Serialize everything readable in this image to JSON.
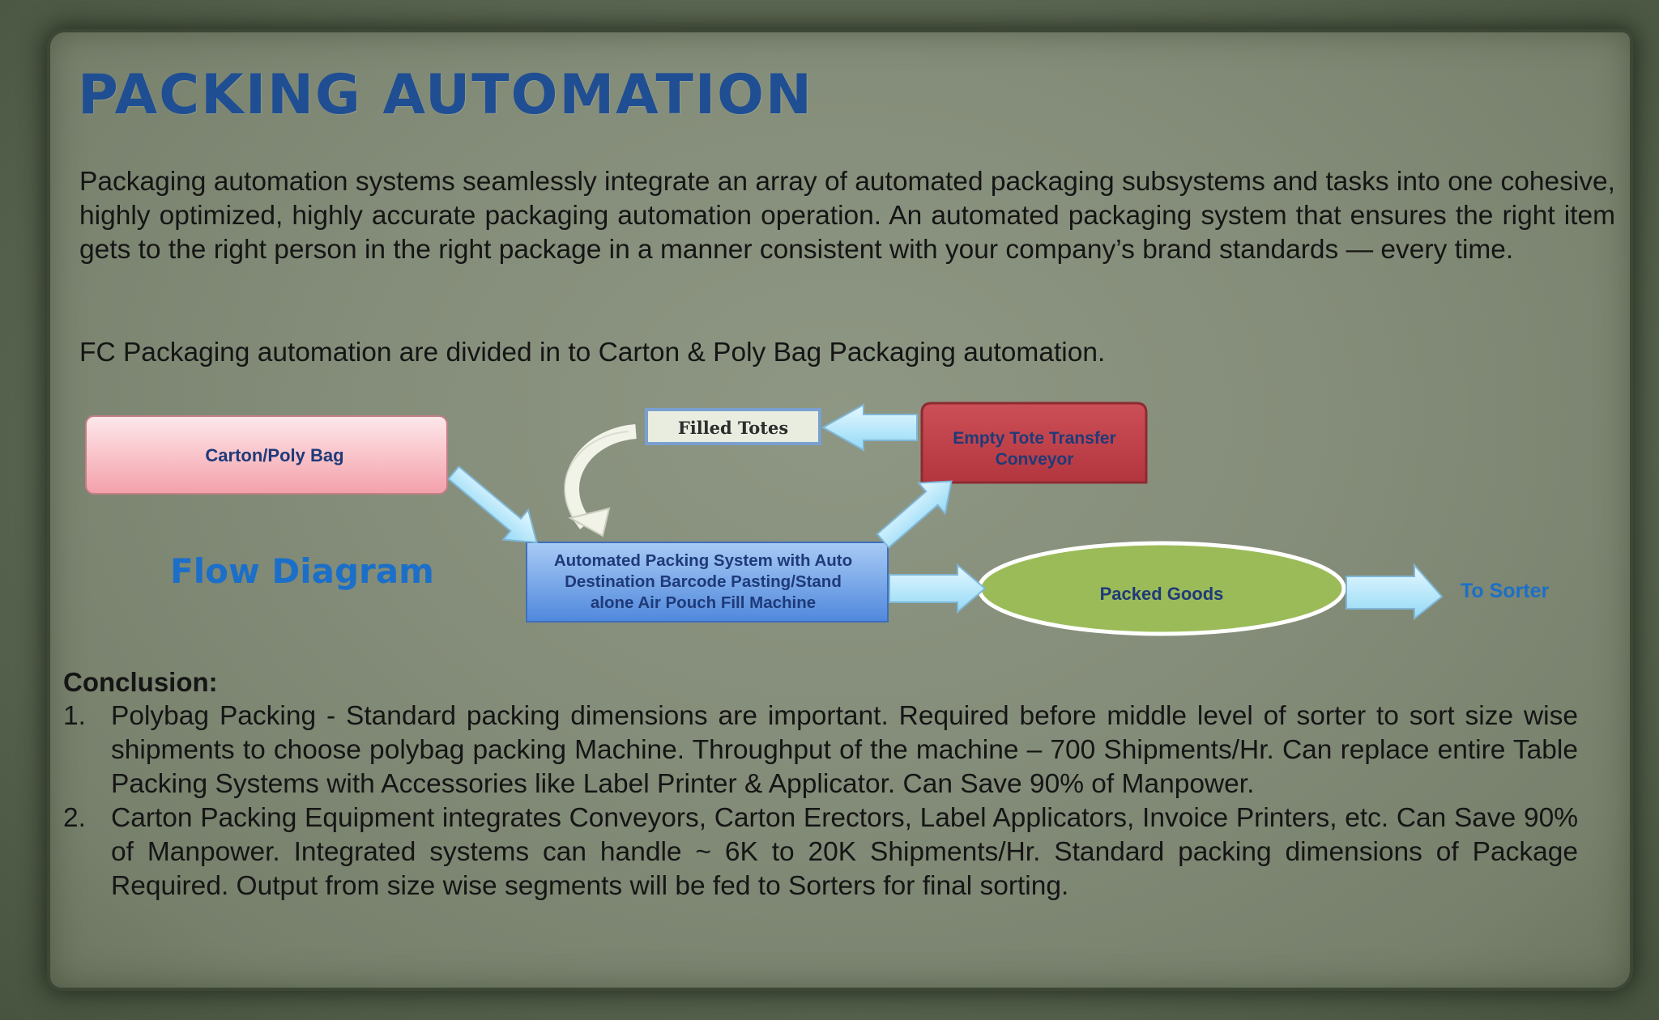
{
  "slide": {
    "title": "PACKING AUTOMATION",
    "intro": "Packaging automation systems seamlessly integrate an array of automated packaging subsystems and tasks into one cohesive, highly optimized, highly accurate packaging automation operation. An automated packaging system that ensures the right item gets to the right person in the right package in a manner consistent with your company’s brand standards — every time.",
    "divided": "FC Packaging automation are divided in to Carton & Poly Bag Packaging automation."
  },
  "diagram": {
    "heading": "Flow Diagram",
    "nodes": {
      "carton": "Carton/Poly Bag",
      "filled_totes": "Filled Totes",
      "empty_tote": [
        "Empty Tote Transfer",
        "Conveyor"
      ],
      "aps": [
        "Automated Packing System with Auto",
        "Destination  Barcode Pasting/Stand",
        "alone Air Pouch Fill Machine"
      ],
      "packed": "Packed Goods",
      "sorter": "To Sorter"
    },
    "colors": {
      "carton_fill": "#f8aeb6",
      "filled_totes_fill": "#e6ebdc",
      "empty_tote_fill": "#c0414b",
      "aps_fill": "#6ea2ea",
      "packed_fill": "#9bbb59",
      "arrow_fill": "#bde9fb",
      "flow_heading": "#1c6fc8"
    }
  },
  "conclusion": {
    "heading": "Conclusion:",
    "items": [
      {
        "num": "1.",
        "text": "Polybag Packing - Standard packing dimensions are important. Required before middle level of sorter to sort size wise shipments to choose  polybag packing Machine. Throughput of the machine – 700 Shipments/Hr. Can replace entire Table Packing Systems with Accessories like Label Printer & Applicator. Can Save 90% of Manpower."
      },
      {
        "num": "2.",
        "text": "Carton Packing Equipment integrates Conveyors, Carton Erectors, Label Applicators, Invoice Printers, etc. Can Save 90% of Manpower. Integrated systems can handle ~ 6K to 20K Shipments/Hr. Standard packing dimensions of Package Required. Output from size wise segments will be fed to Sorters for final sorting."
      }
    ]
  }
}
